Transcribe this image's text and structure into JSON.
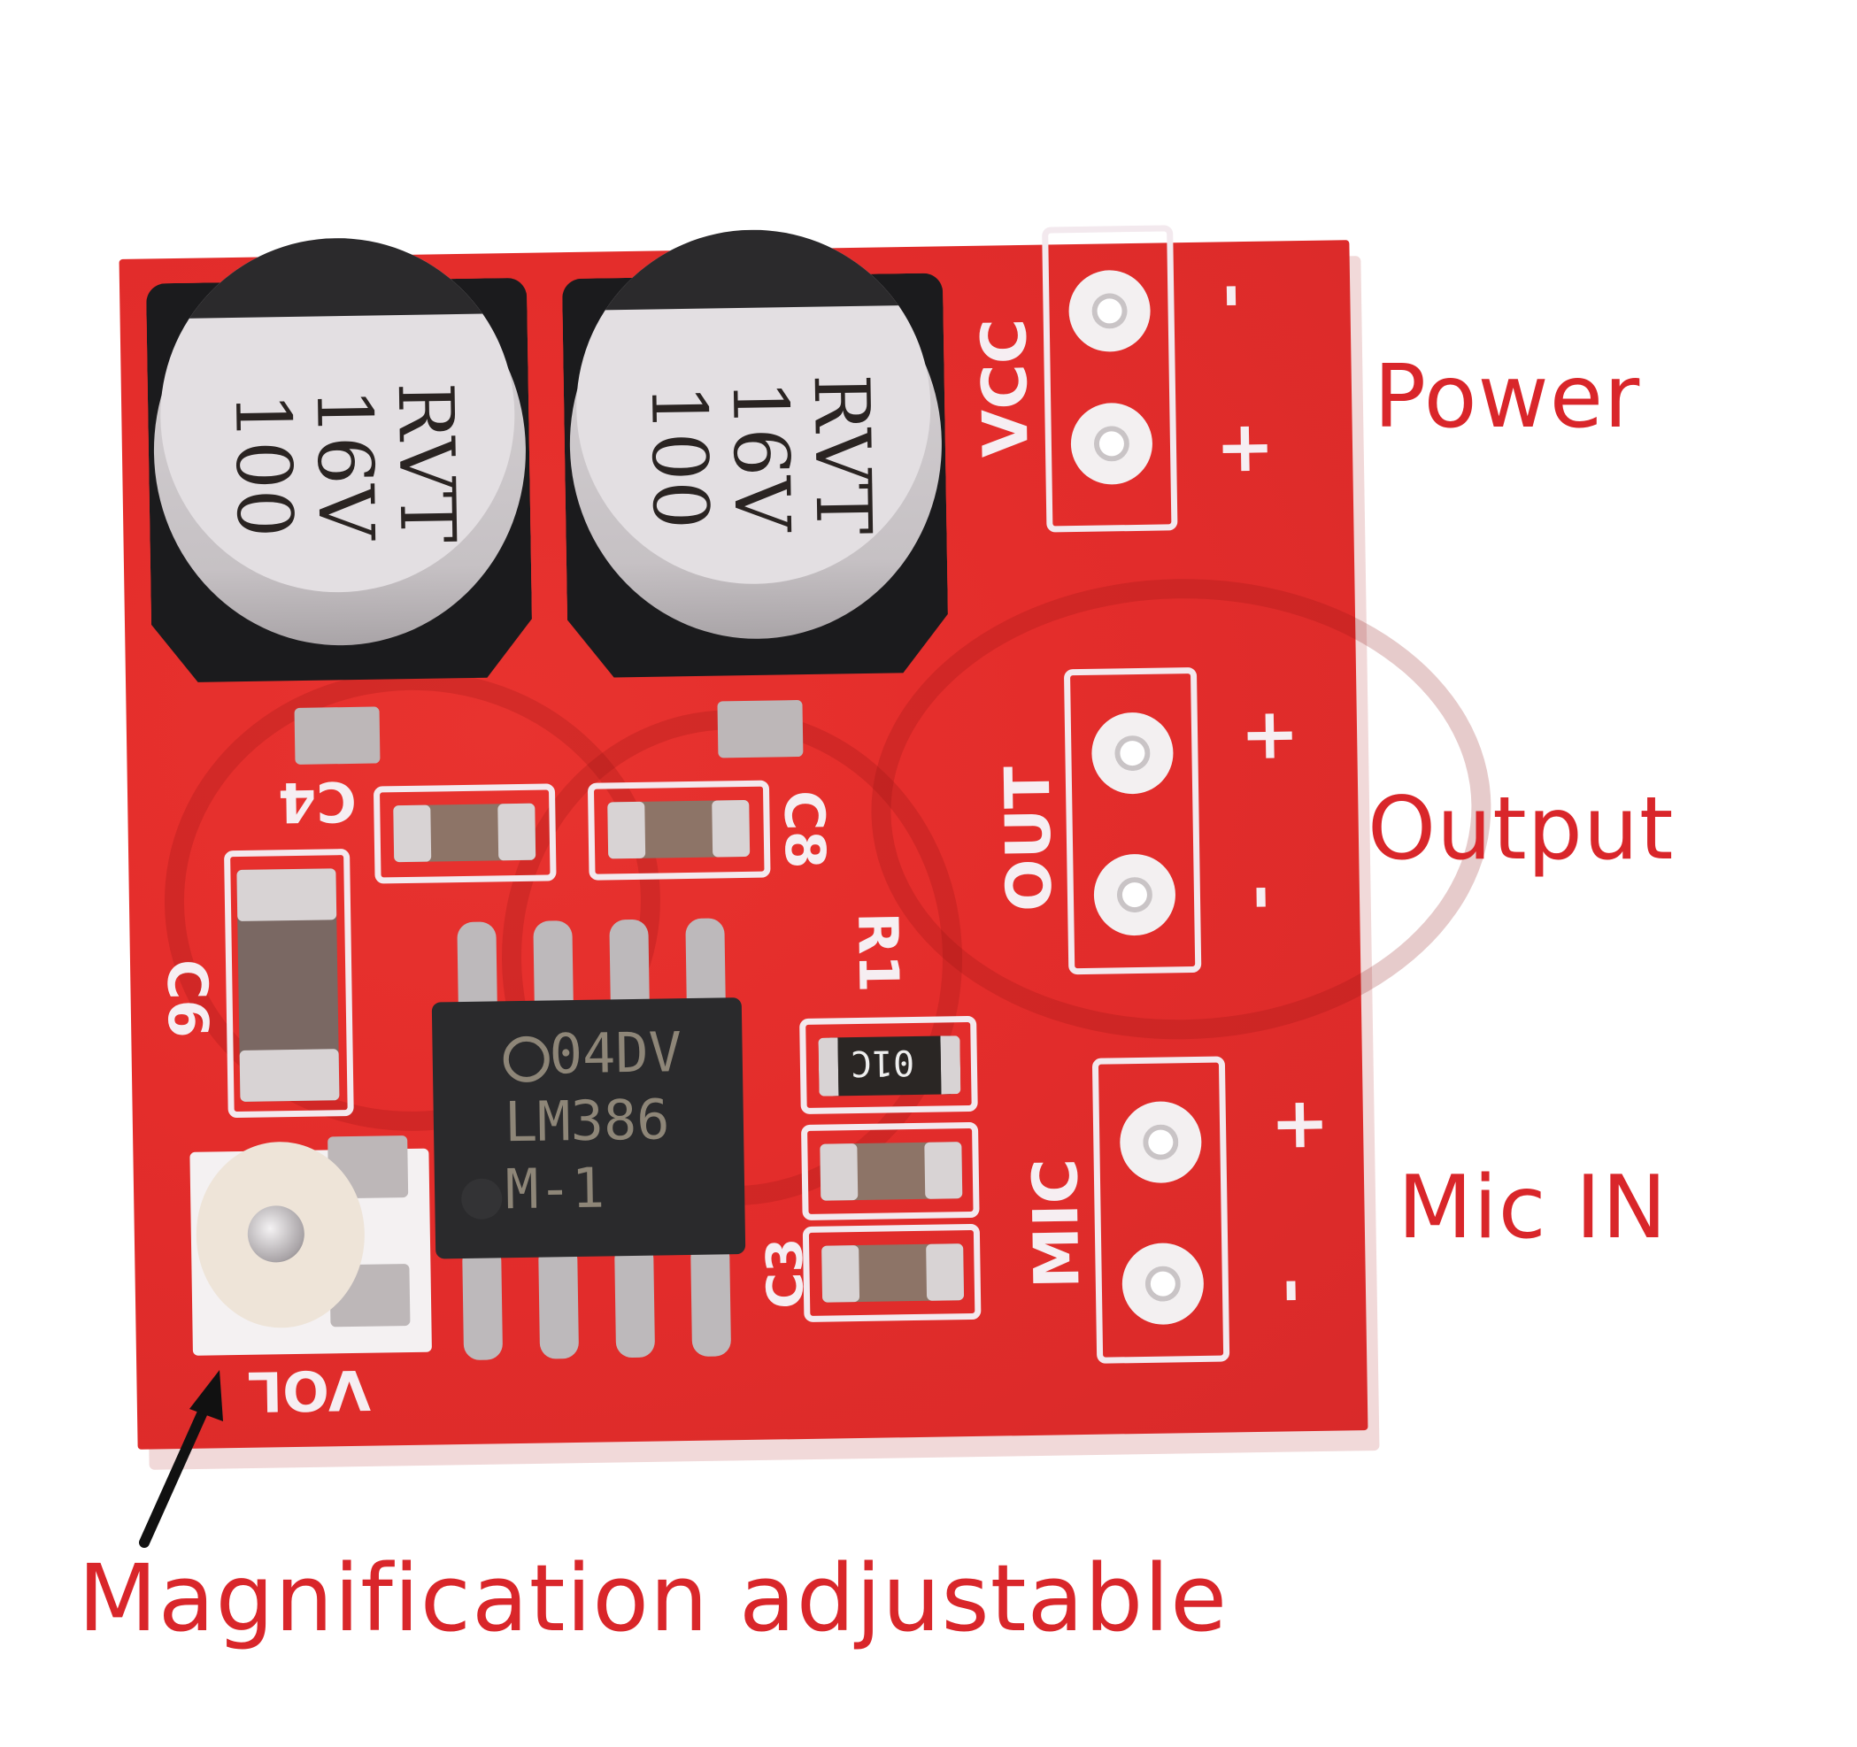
{
  "labels": {
    "power": "Power",
    "output": "Output",
    "mic_in": "Mic IN",
    "magnification": "Magnification adjustable"
  },
  "board": {
    "silkscreen": {
      "vcc": "VCC",
      "out": "OUT",
      "mic": "MIC",
      "vol": "VOL",
      "c4": "C4",
      "c6": "C6",
      "c8": "C8",
      "c3": "C3",
      "r1": "R1"
    },
    "pin_markers": {
      "vcc_top": "-",
      "vcc_bottom": "+",
      "out_top": "+",
      "out_bottom": "-",
      "mic_top": "+",
      "mic_bottom": "-"
    },
    "capacitor_left": {
      "line1": "100",
      "line2": "16V",
      "line3": "RVT"
    },
    "capacitor_right": {
      "line1": "100",
      "line2": "16V",
      "line3": "RVT"
    },
    "ic": {
      "line1": "04DV",
      "line2": "LM386",
      "line3": "M-1"
    },
    "resistor_marking": "01C"
  },
  "colors": {
    "label_red": "#d9262a",
    "pcb_red": "#e42d2b",
    "silkscreen": "#f3e9ee",
    "arrow": "#111111"
  }
}
